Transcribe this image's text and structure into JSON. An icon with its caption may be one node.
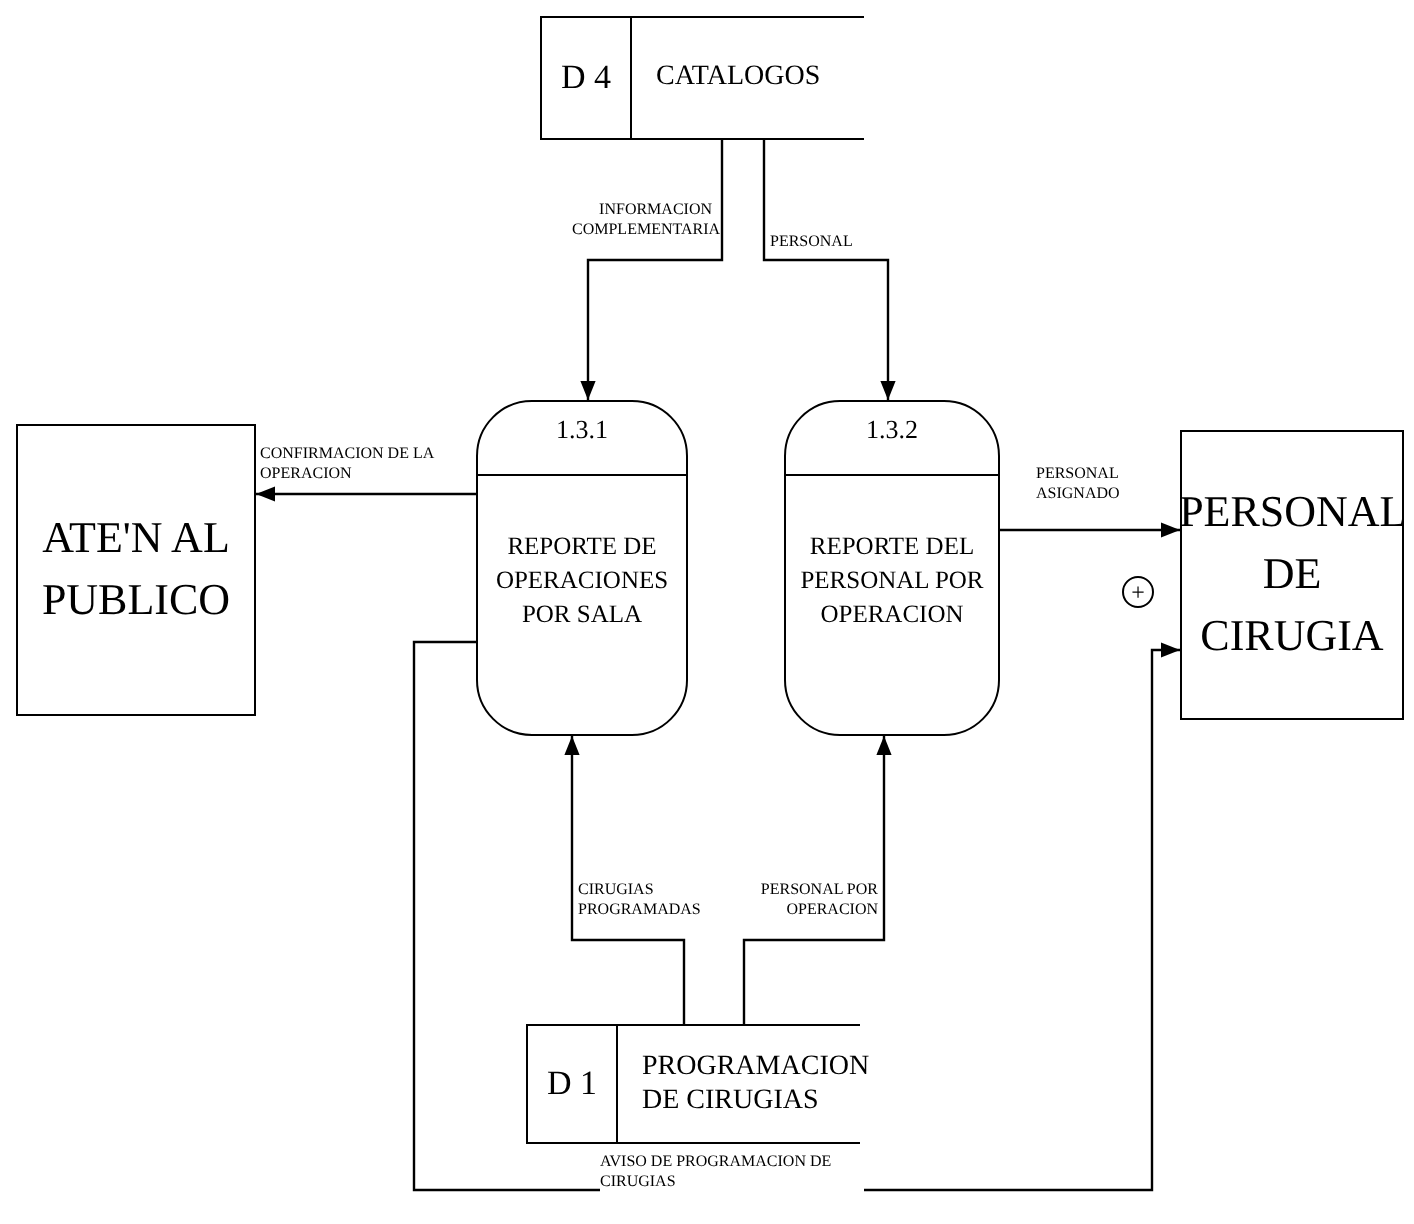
{
  "diagram": {
    "nodes": [
      {
        "text": [
          "D 4",
          "CATALOGOS"
        ]
      },
      {
        "text": [
          "1.3.1",
          "REPORTE DE OPERACIONES POR SALA"
        ]
      },
      {
        "text": [
          "1.3.2",
          "REPORTE DEL PERSONAL POR OPERACION"
        ]
      },
      {
        "text": [
          "ATE'N AL PUBLICO"
        ]
      },
      {
        "text": [
          "PERSONAL DE CIRUGIA"
        ]
      },
      {
        "text": [
          "D 1",
          "PROGRAMACION DE CIRUGIAS"
        ]
      }
    ],
    "edges": [
      {
        "from": 0,
        "to": 1,
        "arrow": "to",
        "label": "INFORMACION COMPLEMENTARIA"
      },
      {
        "from": 0,
        "to": 2,
        "arrow": "to",
        "label": "PERSONAL"
      },
      {
        "from": 1,
        "to": 3,
        "arrow": "to",
        "label": "CONFIRMACION DE LA OPERACION"
      },
      {
        "from": 2,
        "to": 4,
        "arrow": "to",
        "label": "PERSONAL ASIGNADO"
      },
      {
        "from": 5,
        "to": 1,
        "arrow": "to",
        "label": "CIRUGIAS PROGRAMADAS"
      },
      {
        "from": 5,
        "to": 2,
        "arrow": "to",
        "label": "PERSONAL POR OPERACION"
      },
      {
        "from": 1,
        "to": 4,
        "arrow": "to",
        "label": "AVISO DE PROGRAMACION DE CIRUGIAS"
      }
    ],
    "labels": [
      "+"
    ]
  }
}
